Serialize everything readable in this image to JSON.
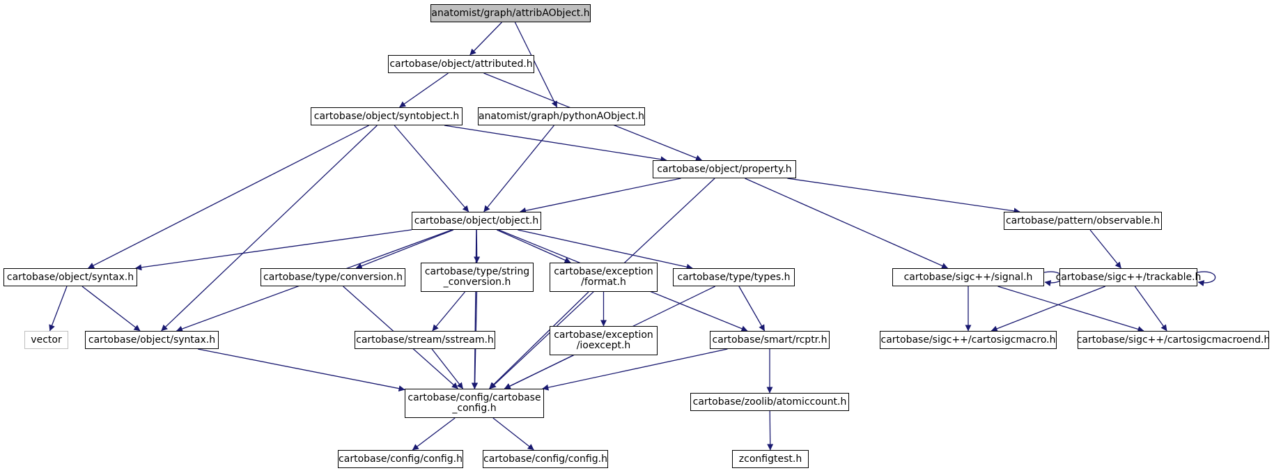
{
  "colors": {
    "edge": "#191970",
    "root_fill": "#bfbfbf",
    "external_border": "#bfbfbf",
    "node_border": "#000000"
  },
  "nodes": [
    {
      "id": "n0",
      "label": "anatomist/graph/attribAObject.h",
      "kind": "root"
    },
    {
      "id": "n1",
      "label": "cartobase/object/attributed.h"
    },
    {
      "id": "n2",
      "label": "cartobase/object/syntobject.h"
    },
    {
      "id": "n3",
      "label": "anatomist/graph/pythonAObject.h"
    },
    {
      "id": "n4",
      "label": "cartobase/object/property.h"
    },
    {
      "id": "n5",
      "label": "cartobase/object/object.h"
    },
    {
      "id": "n6",
      "label": "cartobase/pattern/observable.h"
    },
    {
      "id": "n7",
      "label": "cartobase/object/syntax.h"
    },
    {
      "id": "n8",
      "label": "cartobase/type/conversion.h"
    },
    {
      "id": "n9",
      "label": "cartobase/type/string\n_conversion.h"
    },
    {
      "id": "n10",
      "label": "cartobase/exception\n/format.h"
    },
    {
      "id": "n11",
      "label": "cartobase/type/types.h"
    },
    {
      "id": "n12",
      "label": "cartobase/sigc++/signal.h"
    },
    {
      "id": "n13",
      "label": "cartobase/sigc++/trackable.h"
    },
    {
      "id": "n14",
      "label": "vector",
      "kind": "external"
    },
    {
      "id": "n15",
      "label": "cartobase/object/syntax.h"
    },
    {
      "id": "n16",
      "label": "cartobase/stream/sstream.h"
    },
    {
      "id": "n17",
      "label": "cartobase/exception\n/ioexcept.h"
    },
    {
      "id": "n18",
      "label": "cartobase/smart/rcptr.h"
    },
    {
      "id": "n19",
      "label": "cartobase/sigc++/cartosigcmacro.h"
    },
    {
      "id": "n20",
      "label": "cartobase/sigc++/cartosigcmacroend.h"
    },
    {
      "id": "n21",
      "label": "cartobase/config/cartobase\n_config.h"
    },
    {
      "id": "n22",
      "label": "cartobase/zoolib/atomiccount.h"
    },
    {
      "id": "n23",
      "label": "cartobase/config/config.h"
    },
    {
      "id": "n24",
      "label": "cartobase/config/config.h"
    },
    {
      "id": "n25",
      "label": "zconfigtest.h"
    }
  ],
  "edges": [
    [
      "n0",
      "n1"
    ],
    [
      "n0",
      "n3"
    ],
    [
      "n1",
      "n2"
    ],
    [
      "n1",
      "n4"
    ],
    [
      "n2",
      "n7"
    ],
    [
      "n2",
      "n15"
    ],
    [
      "n2",
      "n5"
    ],
    [
      "n2",
      "n4"
    ],
    [
      "n3",
      "n5"
    ],
    [
      "n4",
      "n5"
    ],
    [
      "n4",
      "n6"
    ],
    [
      "n4",
      "n12"
    ],
    [
      "n4",
      "n21"
    ],
    [
      "n5",
      "n7"
    ],
    [
      "n5",
      "n15"
    ],
    [
      "n5",
      "n8"
    ],
    [
      "n5",
      "n9"
    ],
    [
      "n5",
      "n10"
    ],
    [
      "n5",
      "n11"
    ],
    [
      "n5",
      "n18"
    ],
    [
      "n5",
      "n21"
    ],
    [
      "n6",
      "n13"
    ],
    [
      "n7",
      "n14"
    ],
    [
      "n7",
      "n15"
    ],
    [
      "n8",
      "n21"
    ],
    [
      "n9",
      "n16"
    ],
    [
      "n9",
      "n21"
    ],
    [
      "n10",
      "n17"
    ],
    [
      "n10",
      "n21"
    ],
    [
      "n11",
      "n18"
    ],
    [
      "n11",
      "n21"
    ],
    [
      "n12",
      "n12"
    ],
    [
      "n12",
      "n19"
    ],
    [
      "n12",
      "n20"
    ],
    [
      "n13",
      "n13"
    ],
    [
      "n13",
      "n19"
    ],
    [
      "n13",
      "n20"
    ],
    [
      "n15",
      "n21"
    ],
    [
      "n16",
      "n21"
    ],
    [
      "n17",
      "n21"
    ],
    [
      "n18",
      "n21"
    ],
    [
      "n18",
      "n22"
    ],
    [
      "n21",
      "n23"
    ],
    [
      "n21",
      "n24"
    ],
    [
      "n22",
      "n25"
    ]
  ]
}
